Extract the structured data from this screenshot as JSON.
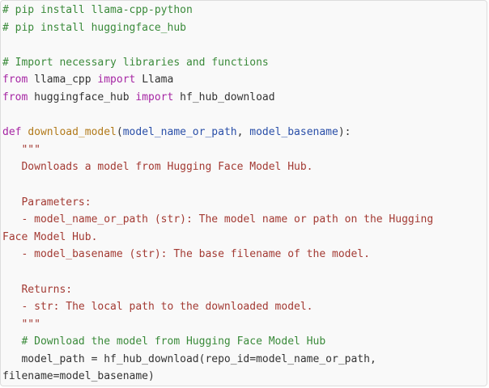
{
  "code": {
    "lines": [
      [
        {
          "t": "# pip install llama-cpp-python",
          "k": "comment"
        }
      ],
      [
        {
          "t": "# pip install huggingface_hub",
          "k": "comment"
        }
      ],
      [],
      [
        {
          "t": "# Import necessary libraries and functions",
          "k": "comment"
        }
      ],
      [
        {
          "t": "from",
          "k": "kw"
        },
        {
          "t": " llama_cpp ",
          "k": "plain"
        },
        {
          "t": "import",
          "k": "kw"
        },
        {
          "t": " Llama",
          "k": "plain"
        }
      ],
      [
        {
          "t": "from",
          "k": "kw"
        },
        {
          "t": " huggingface_hub ",
          "k": "plain"
        },
        {
          "t": "import",
          "k": "kw"
        },
        {
          "t": " hf_hub_download",
          "k": "plain"
        }
      ],
      [],
      [
        {
          "t": "def",
          "k": "def"
        },
        {
          "t": " ",
          "k": "plain"
        },
        {
          "t": "download_model",
          "k": "fn"
        },
        {
          "t": "(",
          "k": "plain"
        },
        {
          "t": "model_name_or_path",
          "k": "param"
        },
        {
          "t": ", ",
          "k": "plain"
        },
        {
          "t": "model_basename",
          "k": "param"
        },
        {
          "t": "):",
          "k": "plain"
        }
      ],
      [
        {
          "t": "   \"\"\"",
          "k": "str"
        }
      ],
      [
        {
          "t": "   Downloads a model from Hugging Face Model Hub.",
          "k": "str"
        }
      ],
      [],
      [
        {
          "t": "   Parameters:",
          "k": "str"
        }
      ],
      [
        {
          "t": "   - model_name_or_path (str): The model name or path on the Hugging",
          "k": "str"
        }
      ],
      [
        {
          "t": "Face Model Hub.",
          "k": "str"
        }
      ],
      [
        {
          "t": "   - model_basename (str): The base filename of the model.",
          "k": "str"
        }
      ],
      [],
      [
        {
          "t": "   Returns:",
          "k": "str"
        }
      ],
      [
        {
          "t": "   - str: The local path to the downloaded model.",
          "k": "str"
        }
      ],
      [
        {
          "t": "   \"\"\"",
          "k": "str"
        }
      ],
      [
        {
          "t": "   # Download the model from Hugging Face Model Hub",
          "k": "comment"
        }
      ],
      [
        {
          "t": "   model_path = hf_hub_download(repo_id=model_name_or_path,",
          "k": "plain"
        }
      ],
      [
        {
          "t": "filename=model_basename)",
          "k": "plain"
        }
      ]
    ]
  },
  "colors": {
    "comment": "#3a8a3a",
    "keyword": "#a626a4",
    "function": "#b27a1a",
    "parameter": "#2a4fa8",
    "string": "#a33a33",
    "plain": "#333333",
    "background": "#f9f9f9"
  }
}
